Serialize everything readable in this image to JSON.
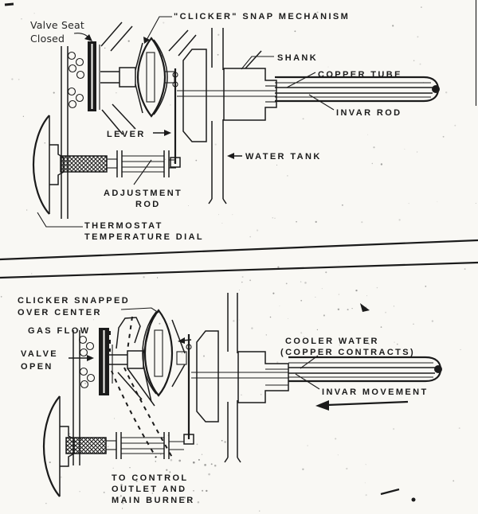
{
  "colors": {
    "ink": "#1b1b1b",
    "paper": "#f9f8f4"
  },
  "top": {
    "valve_seat_1": "Valve Seat",
    "valve_seat_2": "Closed",
    "clicker_snap": "\"CLICKER\" SNAP MECHANISM",
    "shank": "SHANK",
    "copper_tube": "COPPER TUBE",
    "invar_rod": "INVAR ROD",
    "lever": "LEVER",
    "water_tank": "WATER TANK",
    "adjustment_1": "ADJUSTMENT",
    "adjustment_2": "ROD",
    "thermostat_1": "THERMOSTAT",
    "thermostat_2": "TEMPERATURE DIAL"
  },
  "bottom": {
    "snapped_1": "CLICKER SNAPPED",
    "snapped_2": "OVER CENTER",
    "gas_flow": "GAS FLOW",
    "valve_1": "VALVE",
    "valve_2": "OPEN",
    "cooler_1": "COOLER WATER",
    "cooler_2": "(COPPER CONTRACTS)",
    "invar_movement": "INVAR MOVEMENT",
    "control_1": "TO CONTROL",
    "control_2": "OUTLET AND",
    "control_3": "MAIN BURNER"
  }
}
